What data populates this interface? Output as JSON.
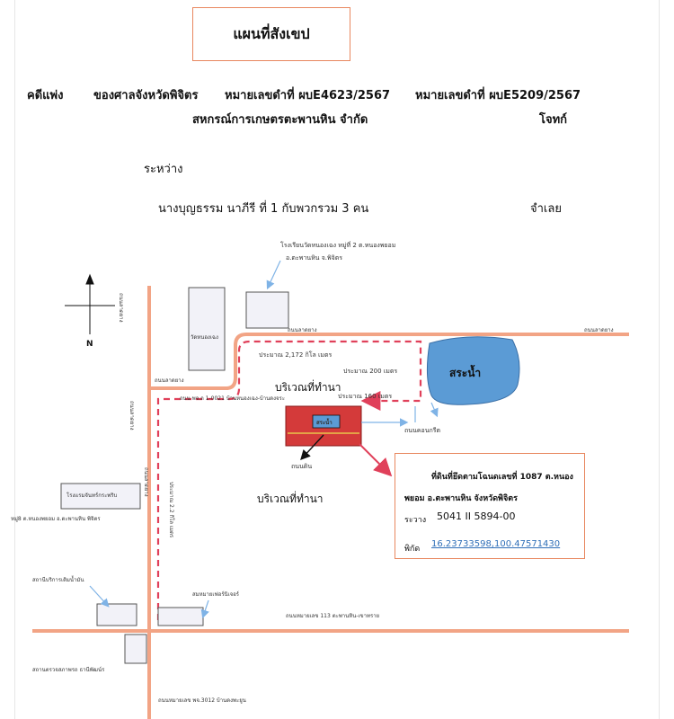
{
  "title": "แผนที่สังเขป",
  "header": {
    "case_line": {
      "case_type": "คดีแพ่ง",
      "court": "ของศาลจังหวัดพิจิตร",
      "black_no": "หมายเลขดำที่ ผบE4623/2567",
      "red_no": "หมายเลขดำที่ ผบE5209/2567"
    },
    "plaintiff": "สหกรณ์การเกษตรตะพานหิน จำกัด",
    "plaintiff_role": "โจทก์",
    "between": "ระหว่าง",
    "defendant": "นางบุญธรรม นาภีรี ที่ 1   กับพวกรวม   3 คน",
    "defendant_role": "จำเลย"
  },
  "map": {
    "school_name": "โรงเรียนวัดหนองเฉง  หมู่ที่ 2 ต.หนองพยอม",
    "school_district": "อ.ตะพานหิน  จ.พิจิตร",
    "north": "N",
    "road_left_vertical": "ถนนลาดยาง",
    "temple": "วัดหนองเฉง",
    "road_top": "ถนนลาดยาง",
    "road_top_right": "ถนนลาดยาง",
    "road_left_mid": "ถนนลาดยาง",
    "dist_2172": "ประมาณ 2,172 กิโล เมตร",
    "dist_200": "ประมาณ 200 เมตร",
    "dist_160": "ประมาณ 160 เมตร",
    "pond": "สระน้ำ",
    "farmland_upper": "บริเวณที่ทำนา",
    "road_code_1": "ถนน พจ.ถ 1-0021   บ้านหนองเฉง-บ้านดงจระ",
    "road_vertical_2": "ถนนลาดยาง",
    "small_pond": "สระน้ำ",
    "concrete_road": "ถนนคอนกรีต",
    "soil_road": "ถนนดิน",
    "farmland_lower": "บริเวณที่ทำนา",
    "dist_22km": "ประมาณ 2.2 กิโล เมตร",
    "road_vertical_3": "ถนนลาดยาง",
    "factory": "โรงแรมจันทร์กระพริบ",
    "village": "หมู่8 ต.หนองพยอม อ.ตะพานหิน  พิจิตร",
    "gas_station": "สถานีบริการเติมน้ำมัน",
    "store": "สมหมายเฟอร์นิเจอร์",
    "highway_113": "ถนนหมายเลข 113   ตะพานหิน-เขาทราย",
    "inspection": "สถานตรวจสภาพรถ  ธานีพัฒน์ร",
    "road_3012": "ถนนหมายเลข  พจ.3012   บ้านดงพะยูน"
  },
  "info": {
    "line1": "ที่ดินที่ยึดตามโฉนดเลขที่  1087  ต.หนอง",
    "line2": "พยอม   อ.ตะพานหิน  จังหวัดพิจิตร",
    "coord_label": "ระวาง",
    "coord_value": "5041 II 5894-00",
    "gps_label": "พิกัด",
    "gps_value": "16.23733598,100.47571430"
  },
  "colors": {
    "road": "#f2a485",
    "route": "#e0405a",
    "pond": "#5b9bd5",
    "plot": "#d43a3a",
    "callout": "#7fb3e6",
    "box_outline": "#e8875f",
    "link": "#2f6fb8"
  }
}
